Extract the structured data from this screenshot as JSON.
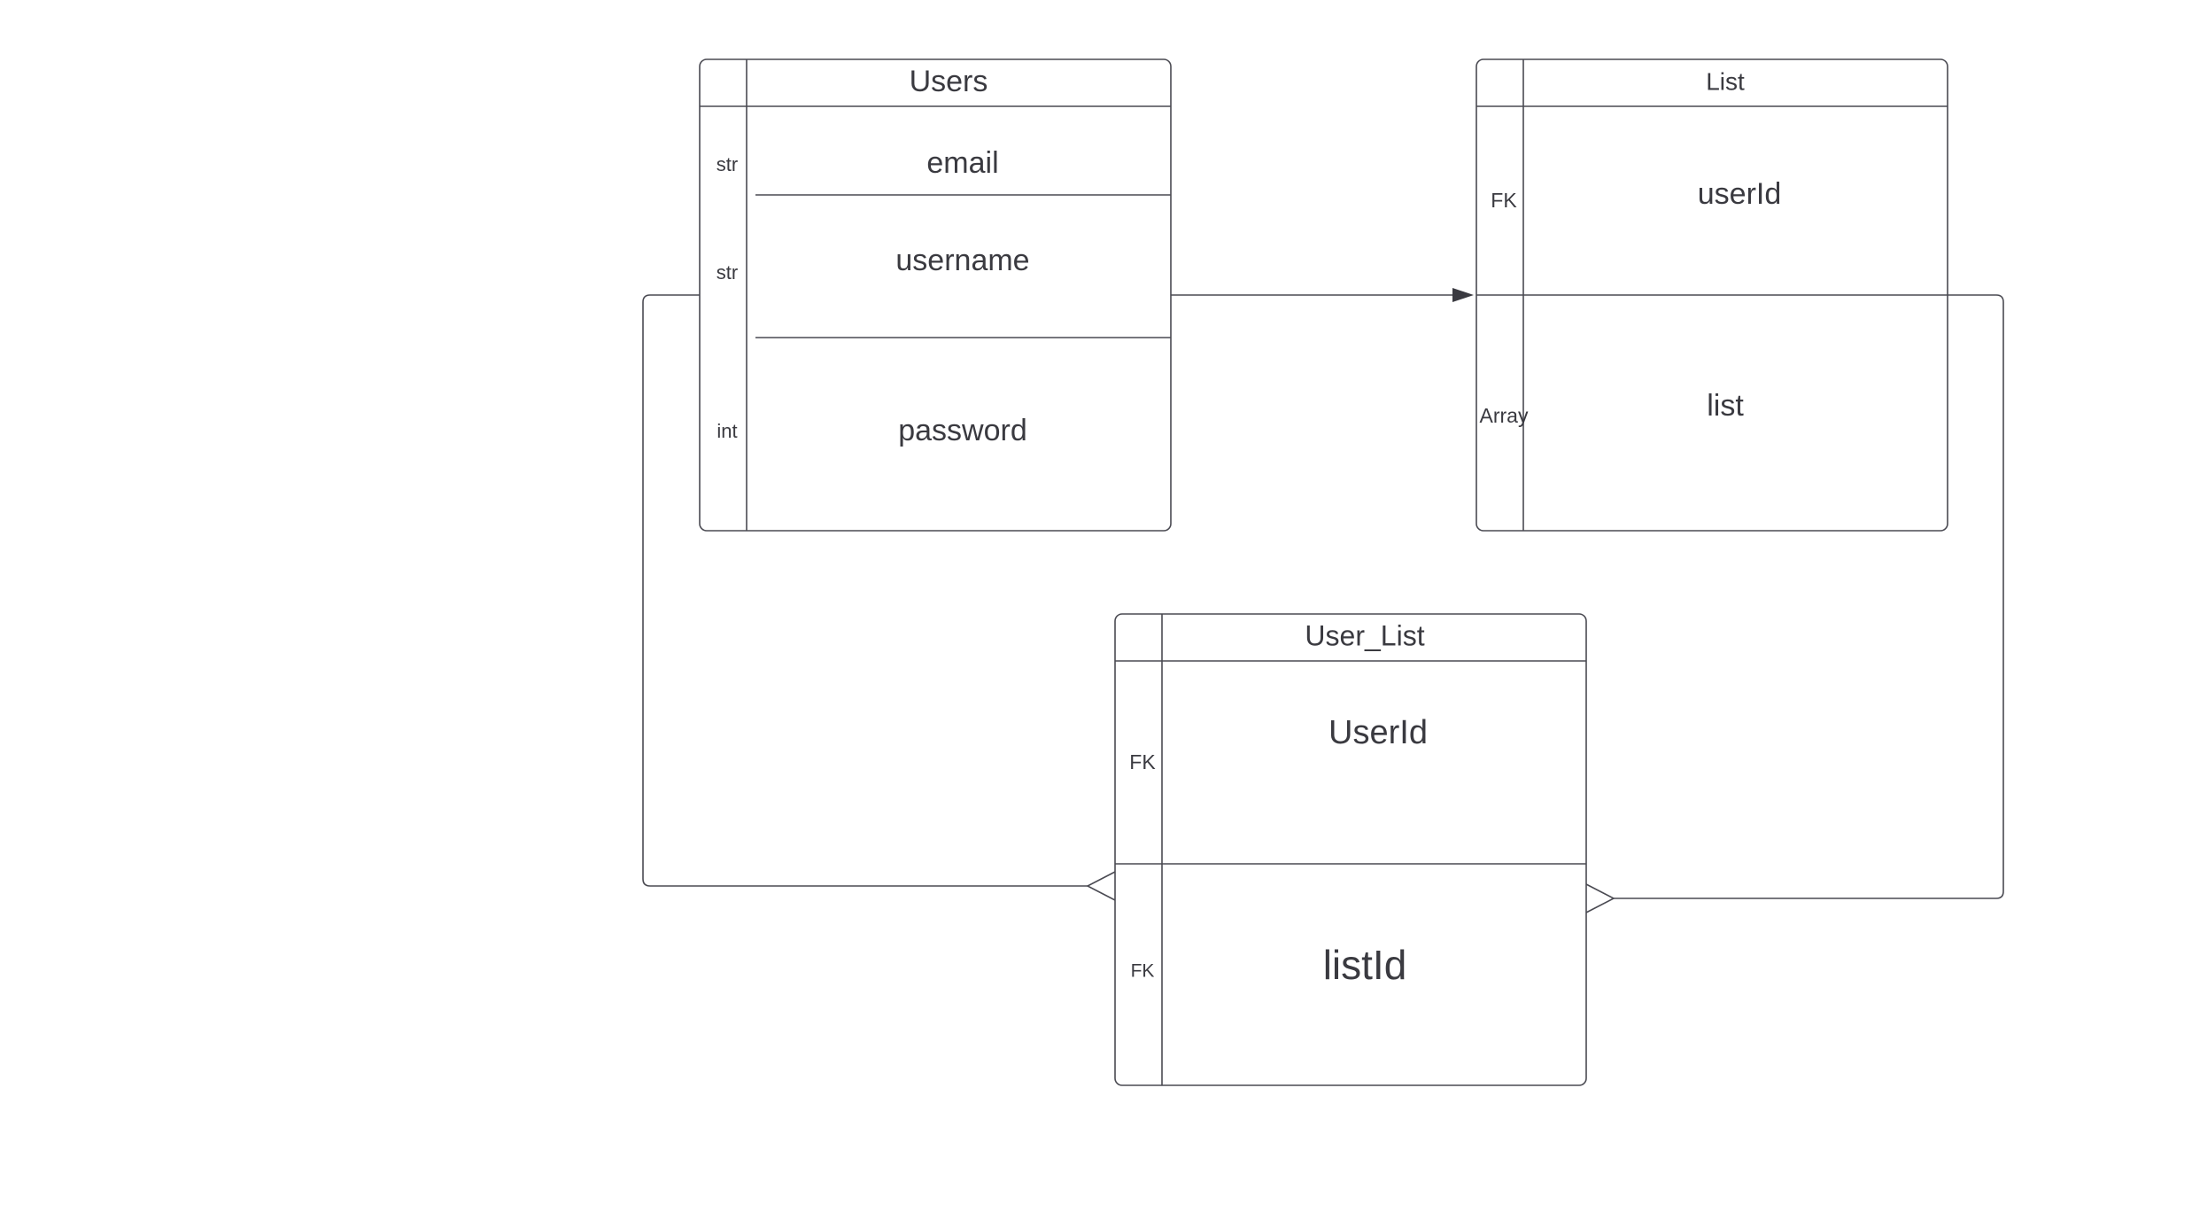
{
  "entities": {
    "users": {
      "title": "Users",
      "fields": [
        {
          "type": "str",
          "name": "email"
        },
        {
          "type": "str",
          "name": "username"
        },
        {
          "type": "int",
          "name": "password"
        }
      ]
    },
    "list": {
      "title": "List",
      "fields": [
        {
          "type": "FK",
          "name": "userId"
        },
        {
          "type": "Array",
          "name": "list"
        }
      ]
    },
    "user_list": {
      "title": "User_List",
      "fields": [
        {
          "type": "FK",
          "name": "UserId"
        },
        {
          "type": "FK",
          "name": "listId"
        }
      ]
    }
  },
  "relationships": [
    {
      "from": "Users",
      "to": "List",
      "type": "arrow"
    },
    {
      "from": "Users",
      "to": "User_List",
      "type": "one-to-many"
    },
    {
      "from": "List",
      "to": "User_List",
      "type": "one-to-many"
    }
  ],
  "colors": {
    "stroke": "#4a4a52",
    "text": "#3a3a40",
    "background": "#ffffff"
  }
}
